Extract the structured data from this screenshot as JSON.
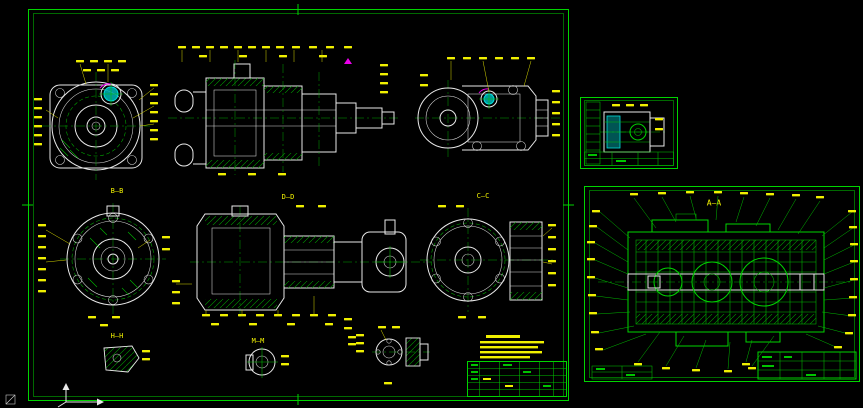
{
  "workspace": {
    "background": "#000000",
    "frame_color": "#00d400",
    "geometry_color": "#e9e9e9",
    "dimension_color": "#f0f000",
    "highlight_cyan": "#00dcdc",
    "highlight_magenta": "#ea00ea"
  },
  "main_sheet": {
    "labels": {
      "section_b": "B—B",
      "section_d": "D—D",
      "section_c": "C—C",
      "detail_h": "H—H",
      "detail_m": "M—M"
    }
  },
  "assembly_sheet": {
    "labels": {
      "section_a": "A—A"
    }
  }
}
